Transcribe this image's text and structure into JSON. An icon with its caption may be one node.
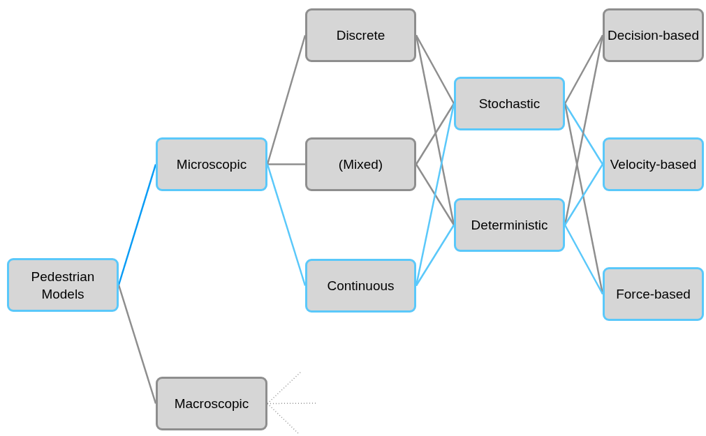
{
  "diagram": {
    "nodes": [
      {
        "text": [
          "Pedestrian Models"
        ]
      },
      {
        "text": [
          "Microscopic"
        ]
      },
      {
        "text": [
          "Discrete"
        ]
      },
      {
        "text": [
          "(Mixed)"
        ]
      },
      {
        "text": [
          "Continuous"
        ]
      },
      {
        "text": [
          "Stochastic"
        ]
      },
      {
        "text": [
          "Deterministic"
        ]
      },
      {
        "text": [
          "Decision-based"
        ]
      },
      {
        "text": [
          "Velocity-based"
        ]
      },
      {
        "text": [
          "Force-based"
        ]
      },
      {
        "text": [
          "Macroscopic"
        ]
      }
    ],
    "edges": [
      {
        "from": 0,
        "to": 1,
        "arrow": "none",
        "color": "#0a9cf5"
      },
      {
        "from": 0,
        "to": 10,
        "arrow": "none"
      },
      {
        "from": 1,
        "to": 2,
        "arrow": "none"
      },
      {
        "from": 1,
        "to": 3,
        "arrow": "none"
      },
      {
        "from": 1,
        "to": 4,
        "arrow": "none",
        "color": "#5ac8fa"
      },
      {
        "from": 2,
        "to": 5,
        "arrow": "none"
      },
      {
        "from": 2,
        "to": 6,
        "arrow": "none"
      },
      {
        "from": 3,
        "to": 5,
        "arrow": "none"
      },
      {
        "from": 3,
        "to": 6,
        "arrow": "none"
      },
      {
        "from": 4,
        "to": 5,
        "arrow": "none",
        "color": "#5ac8fa"
      },
      {
        "from": 4,
        "to": 6,
        "arrow": "none",
        "color": "#5ac8fa"
      },
      {
        "from": 5,
        "to": 7,
        "arrow": "none"
      },
      {
        "from": 5,
        "to": 8,
        "arrow": "none",
        "color": "#5ac8fa"
      },
      {
        "from": 5,
        "to": 9,
        "arrow": "none"
      },
      {
        "from": 6,
        "to": 7,
        "arrow": "none"
      },
      {
        "from": 6,
        "to": 8,
        "arrow": "none",
        "color": "#5ac8fa"
      },
      {
        "from": 6,
        "to": 9,
        "arrow": "none",
        "color": "#5ac8fa"
      },
      {
        "from": 10,
        "to": null,
        "arrow": "none",
        "style": "dashed"
      },
      {
        "from": 10,
        "to": null,
        "arrow": "none",
        "style": "dashed"
      },
      {
        "from": 10,
        "to": null,
        "arrow": "none",
        "style": "dashed"
      }
    ]
  }
}
